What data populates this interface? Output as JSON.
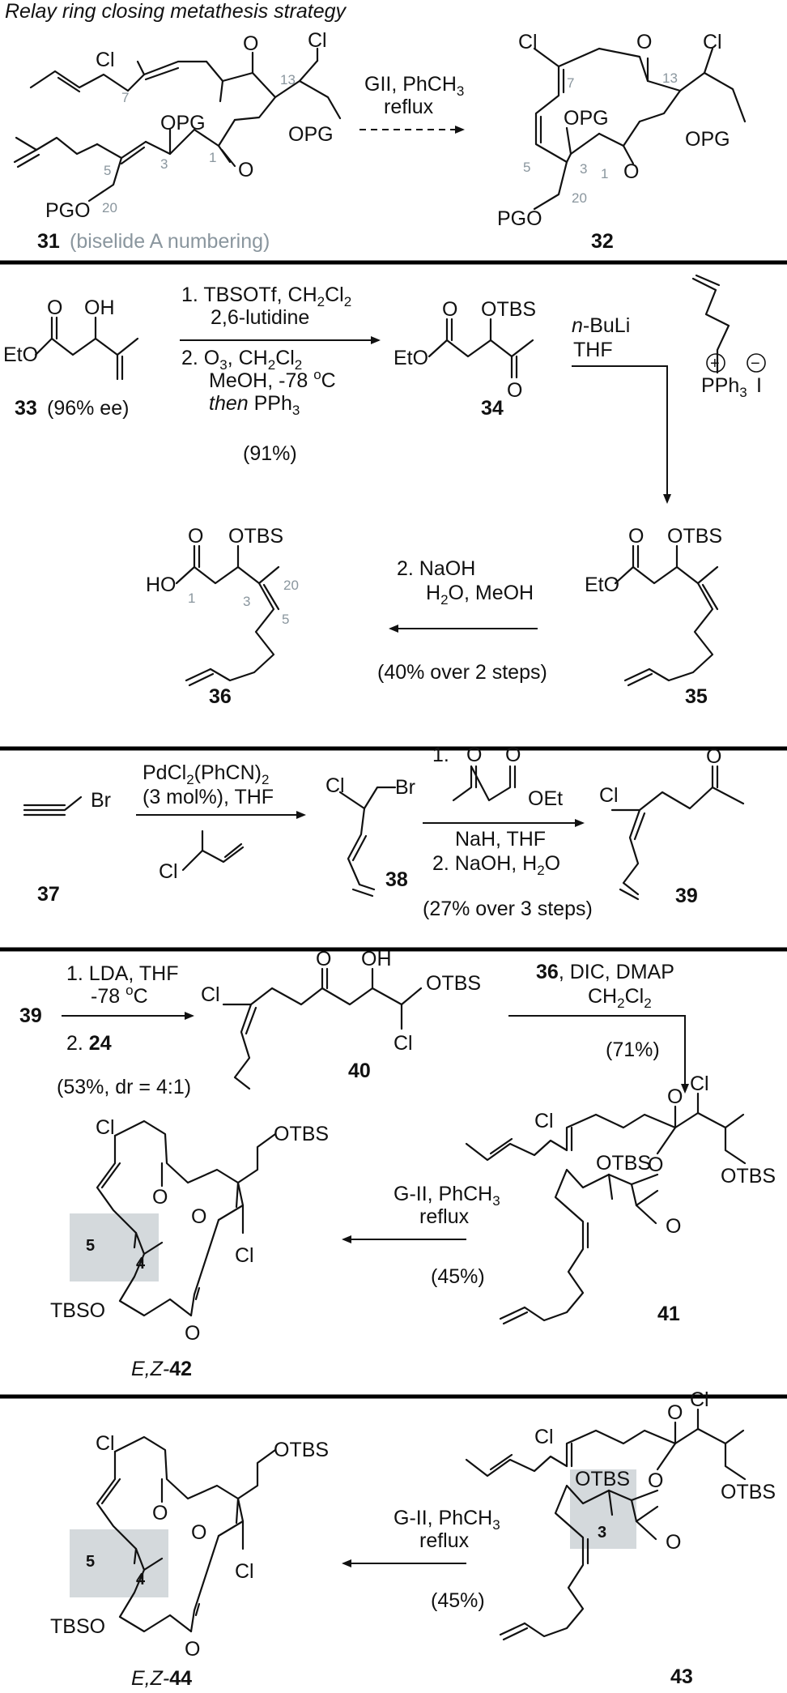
{
  "title": "Relay ring closing metathesis strategy",
  "atoms": {
    "Cl": "Cl",
    "O": "O",
    "OPG": "OPG",
    "PGO": "PGO",
    "OH": "OH",
    "OTBS": "OTBS",
    "TBSO": "TBSO",
    "EtO": "EtO",
    "HO": "HO",
    "Br": "Br",
    "OEt": "OEt",
    "PPh3": "PPh",
    "PPh3_sub": "3",
    "I": "I",
    "plus": "+",
    "minus": "−"
  },
  "numbering": {
    "n1": "1",
    "n3": "3",
    "n4": "4",
    "n5": "5",
    "n7": "7",
    "n13": "13",
    "n20": "20"
  },
  "section1": {
    "sm_label": "31",
    "sm_note": "(biselide A numbering)",
    "product_label": "32",
    "cond_line1": "GII, PhCH",
    "cond_line1_sub": "3",
    "cond_line2": "reflux"
  },
  "section2": {
    "sm_label": "33",
    "sm_ee": "(96% ee)",
    "cond_1a": "1. TBSOTf, CH",
    "cond_1a_sub1": "2",
    "cond_1a_mid": "Cl",
    "cond_1a_sub2": "2",
    "cond_1b": "2,6-lutidine",
    "cond_2a": "2. O",
    "cond_2a_sub": "3",
    "cond_2a_rest": ", CH",
    "cond_2a_sub2": "2",
    "cond_2a_rest2": "Cl",
    "cond_2a_sub3": "2",
    "cond_2b": "MeOH, -78 ",
    "cond_2b_deg": "o",
    "cond_2b_c": "C",
    "cond_2c_then": "then",
    "cond_2c_rest": " PPh",
    "cond_2c_sub": "3",
    "yield": "(91%)",
    "int_label": "34",
    "wittig_1": "-BuLi",
    "wittig_1_n": "n",
    "wittig_2": "THF",
    "ester_label": "35",
    "hyd_1": "2. NaOH",
    "hyd_2": "H",
    "hyd_2_sub": "2",
    "hyd_2_rest": "O, MeOH",
    "hyd_yield": "(40% over 2 steps)",
    "acid_label": "36"
  },
  "section3": {
    "sm_label": "37",
    "cond_a": "PdCl",
    "cond_a_sub": "2",
    "cond_a_rest": "(PhCN)",
    "cond_a_sub2": "2",
    "cond_b": "(3 mol%), THF",
    "int_label": "38",
    "step1": "1.",
    "step1b": "NaH, THF",
    "step2": "2. NaOH, H",
    "step2_sub": "2",
    "step2_rest": "O",
    "yield": "(27% over 3 steps)",
    "prod_label": "39"
  },
  "section4": {
    "sm_label": "39",
    "cond_1a": "1. LDA, THF",
    "cond_1b": "-78 ",
    "cond_1b_deg": "o",
    "cond_1b_c": "C",
    "cond_2": "2. ",
    "cond_2_ref": "24",
    "yield": "(53%, dr = 4:1)",
    "aldol_label": "40",
    "est_ref": "36",
    "est_cond": ", DIC, DMAP",
    "est_cond2": "CH",
    "est_cond2_sub": "2",
    "est_cond2_mid": "Cl",
    "est_cond2_sub2": "2",
    "est_yield": "(71%)",
    "ester_label": "41",
    "rcm_cond1": "G-II, PhCH",
    "rcm_cond1_sub": "3",
    "rcm_cond2": "reflux",
    "rcm_yield": "(45%)",
    "prod_prefix": "E,Z-",
    "prod_label": "42"
  },
  "section5": {
    "sm_label": "43",
    "rcm_cond1": "G-II, PhCH",
    "rcm_cond1_sub": "3",
    "rcm_cond2": "reflux",
    "rcm_yield": "(45%)",
    "prod_prefix": "E,Z-",
    "prod_label": "44"
  }
}
